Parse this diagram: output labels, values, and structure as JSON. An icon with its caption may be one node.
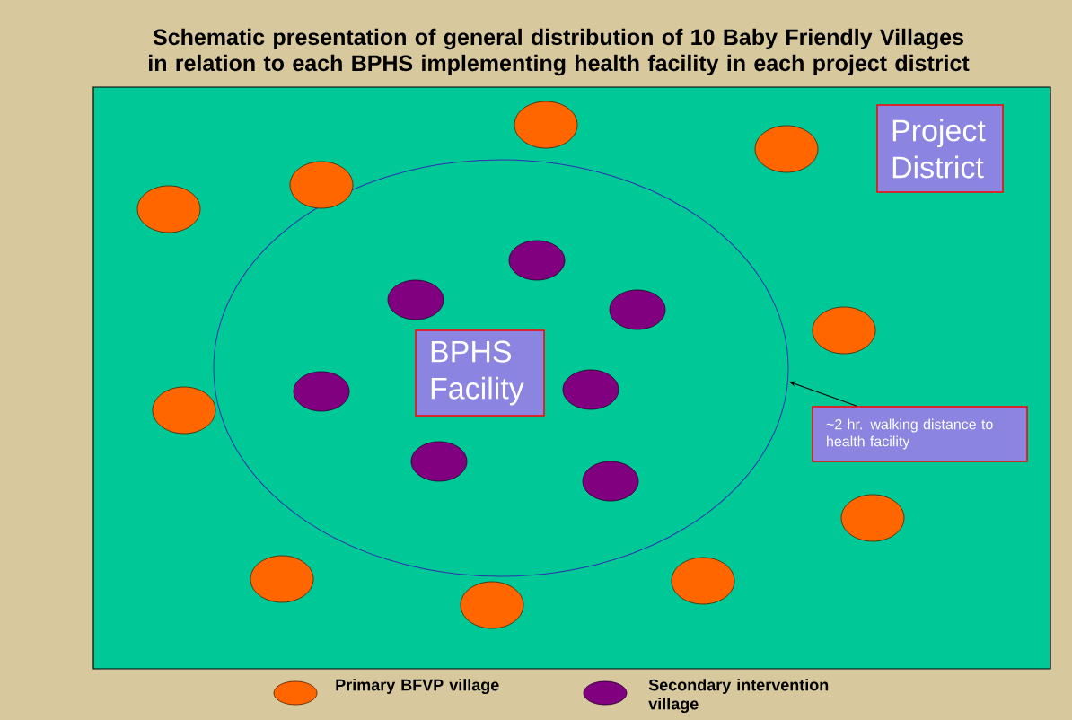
{
  "diagram": {
    "title": "Schematic presentation of general distribution of 10 Baby Friendly Villages in relation to each BPHS implementing health facility in each project district",
    "nodes": [
      {
        "text": [],
        "shape": "box"
      },
      {
        "text": [
          "Project District"
        ],
        "in": 0
      },
      {
        "text": [],
        "shape": "circle",
        "in": 0
      },
      {
        "text": [
          "BPHS Facility"
        ],
        "in": 2
      },
      {
        "text": [
          "~2 hr. walking distance to health facility"
        ],
        "in": 0
      }
    ],
    "edges": [
      {
        "from": 4,
        "to": 2,
        "arrow": "to"
      }
    ],
    "legend": [
      {
        "text": "Primary BFVP village",
        "color": "#ff6600"
      },
      {
        "text": "Secondary intervention village",
        "color": "#800080"
      }
    ]
  }
}
